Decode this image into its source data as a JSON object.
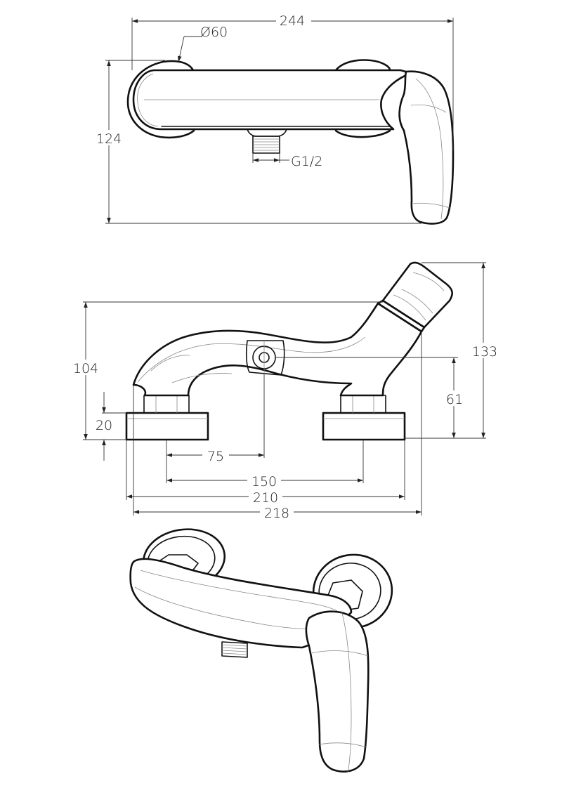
{
  "top_view": {
    "overall_width": "244",
    "rosette_diameter": "Ø60",
    "height": "124",
    "thread": "G1/2"
  },
  "front_view": {
    "height_body": "104",
    "height_total": "133",
    "axis_height": "61",
    "rosette_thickness": "20",
    "axis_offset": "75",
    "center_distance": "150",
    "body_width": "210",
    "overall_width": "218"
  }
}
